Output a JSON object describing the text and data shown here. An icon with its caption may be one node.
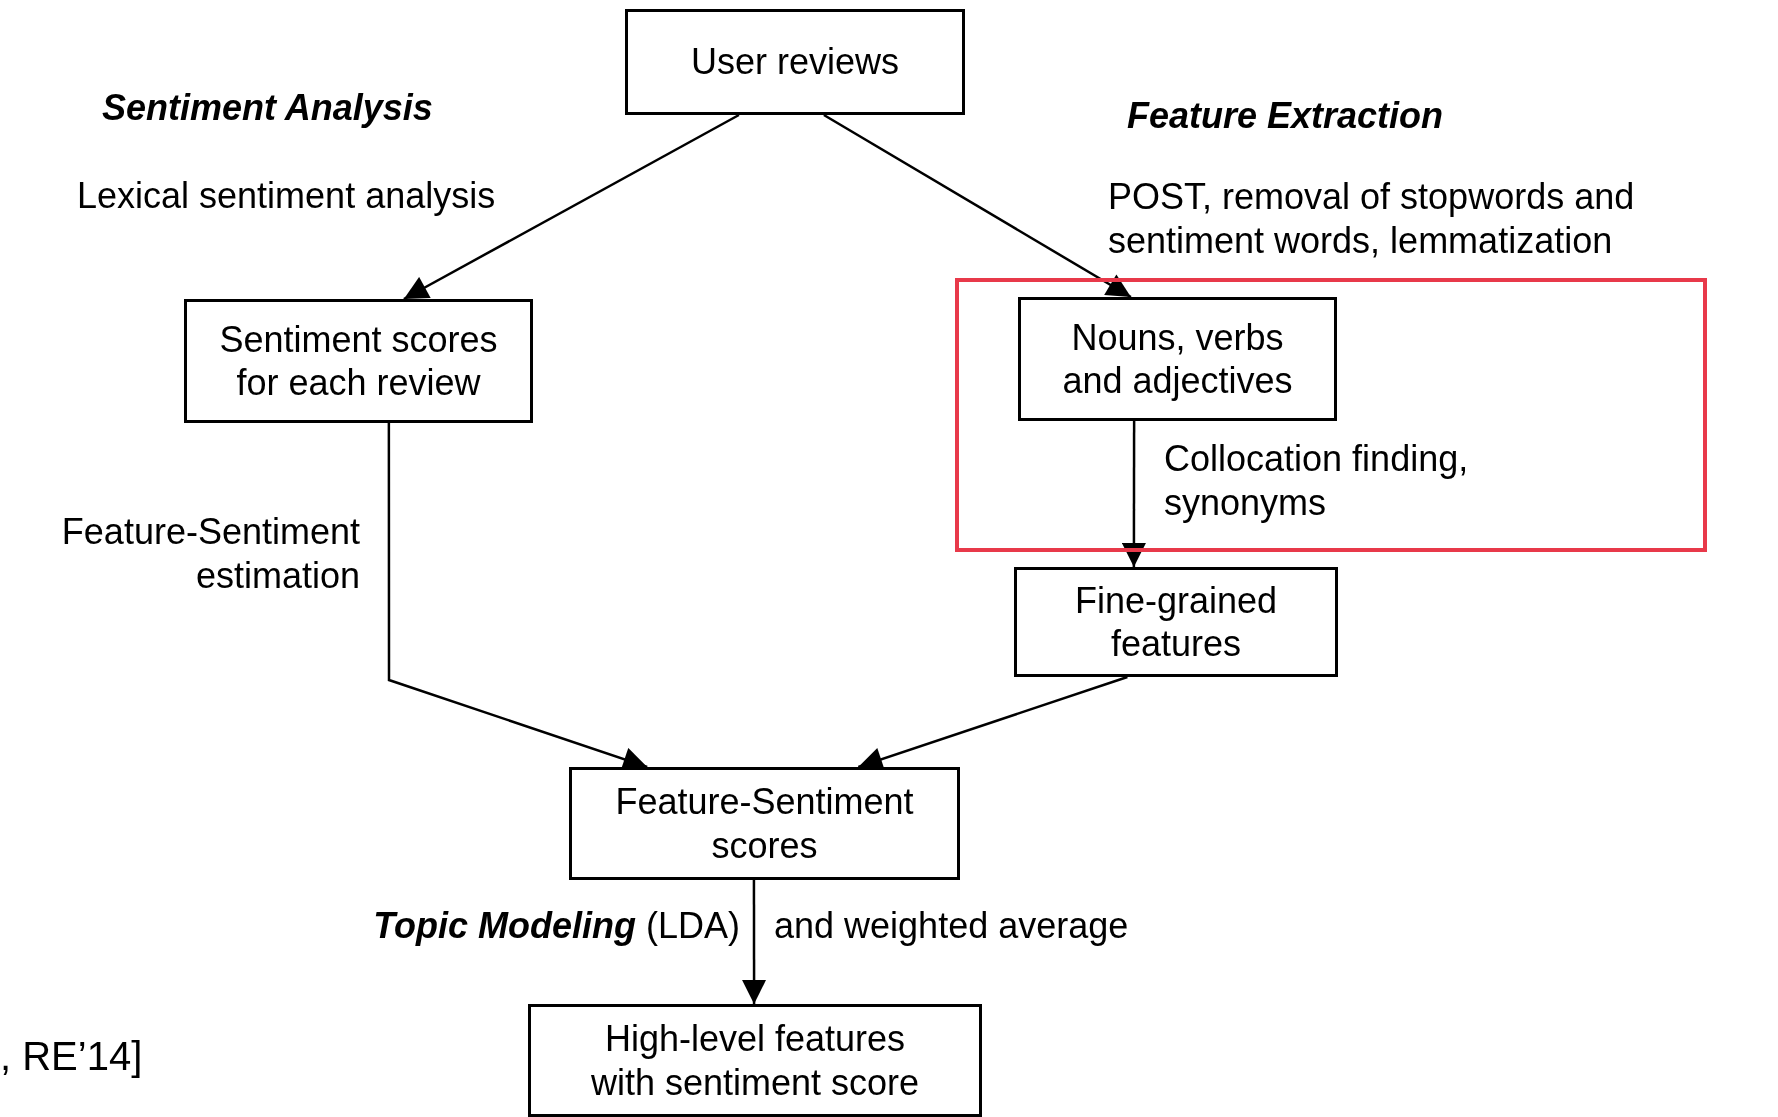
{
  "diagram": {
    "nodes": [
      {
        "text": [
          "User reviews"
        ]
      },
      {
        "text": [
          "Sentiment scores for each review"
        ]
      },
      {
        "text": [],
        "shape": "box"
      },
      {
        "text": [
          "Nouns, verbs and adjectives"
        ],
        "in": 2
      },
      {
        "text": [
          "Fine-grained features"
        ]
      },
      {
        "text": [
          "Feature-Sentiment scores"
        ]
      },
      {
        "text": [
          "High-level features with sentiment score"
        ]
      }
    ],
    "edges": [
      {
        "from": 0,
        "to": 1,
        "arrow": "to",
        "label": "Lexical sentiment analysis"
      },
      {
        "from": 0,
        "to": 3,
        "arrow": "to",
        "label": "POST, removal of stopwords and sentiment words, lemmatization"
      },
      {
        "from": 3,
        "to": 4,
        "arrow": "to",
        "label": "Collocation finding, synonyms"
      },
      {
        "from": 1,
        "to": 5,
        "arrow": "to",
        "label": "Feature-Sentiment estimation"
      },
      {
        "from": 4,
        "to": 5,
        "arrow": "to"
      },
      {
        "from": 5,
        "to": 6,
        "arrow": "to",
        "label": "**Topic Modeling** (LDA)"
      }
    ],
    "labels": [
      "Sentiment Analysis",
      "Feature Extraction",
      "and weighted average",
      ", RE’14]"
    ]
  }
}
